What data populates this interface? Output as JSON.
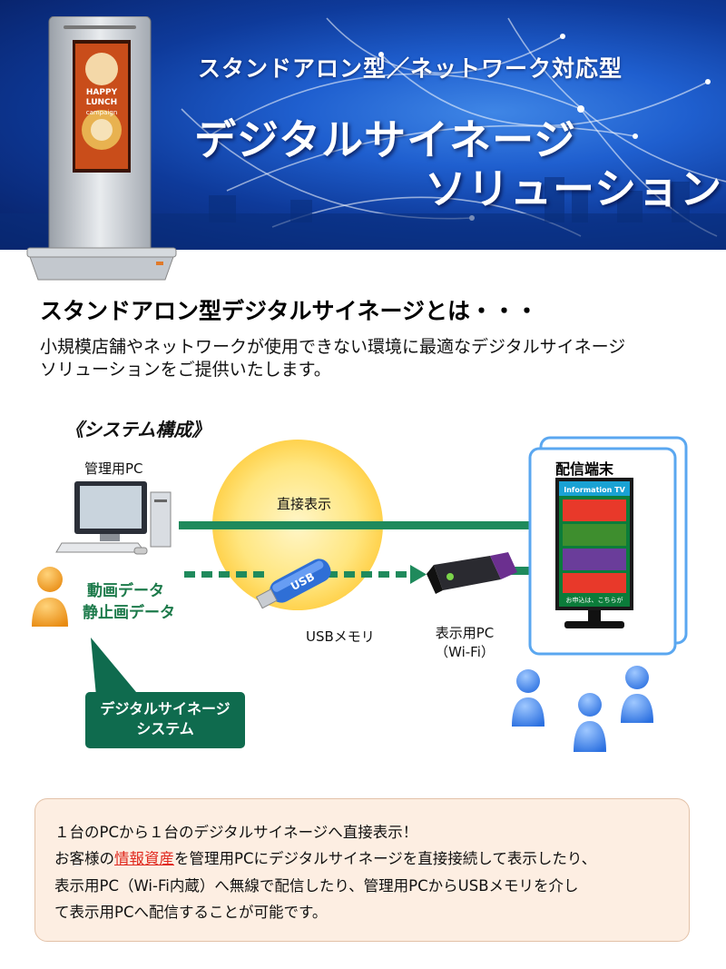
{
  "hero": {
    "subtitle": "スタンドアロン型／ネットワーク対応型",
    "title_line1": "デジタルサイネージ",
    "title_line2": "ソリューション"
  },
  "intro": {
    "heading": "スタンドアロン型デジタルサイネージとは・・・",
    "line1": "小規模店舗やネットワークが使用できない環境に最適なデジタルサイネージ",
    "line2": "ソリューションをご提供いたします。"
  },
  "system": {
    "heading": "《システム構成》",
    "admin_pc": "管理用PC",
    "direct": "直接表示",
    "usb": "USBメモリ",
    "usb_stick_text": "USB",
    "display_pc": "表示用PC",
    "display_pc_sub": "（Wi-Fi）",
    "video_data": "動画データ",
    "still_data": "静止画データ",
    "terminal": "配信端末",
    "screen_title": "Information TV",
    "screen_footer": "お申込は、こちらが",
    "box_line1": "デジタルサイネージ",
    "box_line2": "システム"
  },
  "kiosk_screen": {
    "line1": "HAPPY",
    "line2": "LUNCH",
    "line3": "campaign"
  },
  "note": {
    "line1": "１台のPCから１台のデジタルサイネージへ直接表示！",
    "line2_pre": "お客様の",
    "line2_link": "情報資産",
    "line2_post": "を管理用PCにデジタルサイネージを直接接続して表示したり、",
    "line3": "表示用PC（Wi-Fi内蔵）へ無線で配信したり、管理用PCからUSBメモリを介し",
    "line4": "て表示用PCへ配信することが可能です。"
  },
  "colors": {
    "green_arrow": "#1f8a5c",
    "hero_blue": "#1f5fcf",
    "accent_red": "#e0291e",
    "note_bg": "#fdeee2"
  }
}
